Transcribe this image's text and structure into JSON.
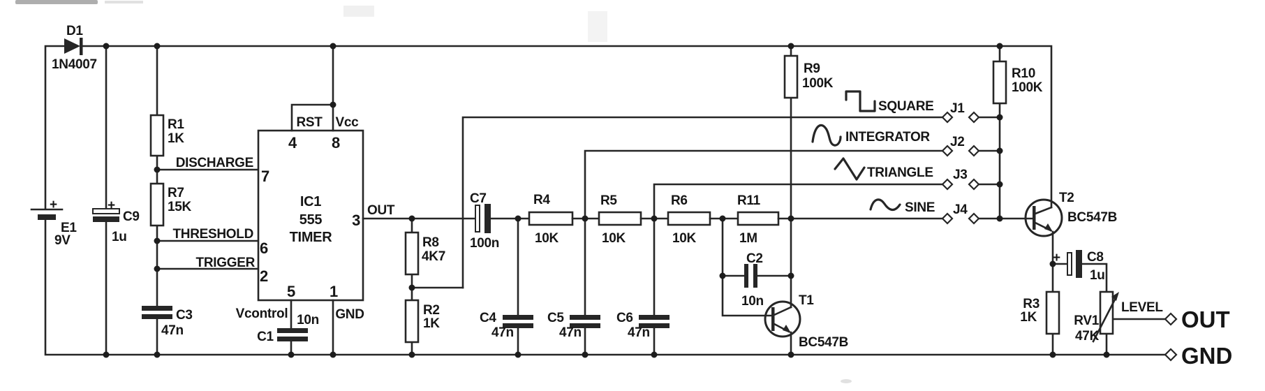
{
  "schematic": {
    "plus": "+",
    "components": {
      "D1": {
        "ref": "D1",
        "value": "1N4007"
      },
      "E1": {
        "ref": "E1",
        "value": "9V"
      },
      "C9": {
        "ref": "C9",
        "value": "1u"
      },
      "R1": {
        "ref": "R1",
        "value": "1K"
      },
      "R7": {
        "ref": "R7",
        "value": "15K"
      },
      "C3": {
        "ref": "C3",
        "value": "47n"
      },
      "C1": {
        "ref": "C1",
        "value": "10n"
      },
      "R8": {
        "ref": "R8",
        "value": "4K7"
      },
      "R2": {
        "ref": "R2",
        "value": "1K"
      },
      "C7": {
        "ref": "C7",
        "value": "100n"
      },
      "R4": {
        "ref": "R4",
        "value": "10K"
      },
      "R5": {
        "ref": "R5",
        "value": "10K"
      },
      "R6": {
        "ref": "R6",
        "value": "10K"
      },
      "R11": {
        "ref": "R11",
        "value": "1M"
      },
      "C2": {
        "ref": "C2",
        "value": "10n"
      },
      "C4": {
        "ref": "C4",
        "value": "47n"
      },
      "C5": {
        "ref": "C5",
        "value": "47n"
      },
      "C6": {
        "ref": "C6",
        "value": "47n"
      },
      "T1": {
        "ref": "T1",
        "value": "BC547B"
      },
      "R9": {
        "ref": "R9",
        "value": "100K"
      },
      "R10": {
        "ref": "R10",
        "value": "100K"
      },
      "T2": {
        "ref": "T2",
        "value": "BC547B"
      },
      "C8": {
        "ref": "C8",
        "value": "1u"
      },
      "R3": {
        "ref": "R3",
        "value": "1K"
      },
      "RV1": {
        "ref": "RV1",
        "value": "47K",
        "function": "LEVEL"
      }
    },
    "ic1": {
      "ref": "IC1",
      "part": "555",
      "kind": "TIMER",
      "pin_rst": {
        "num": "4",
        "name": "RST"
      },
      "pin_vcc": {
        "num": "8",
        "name": "Vcc"
      },
      "pin_dis": {
        "num": "7",
        "name": "DISCHARGE"
      },
      "pin_thr": {
        "num": "6",
        "name": "THRESHOLD"
      },
      "pin_trg": {
        "num": "2",
        "name": "TRIGGER"
      },
      "pin_out": {
        "num": "3",
        "name": "OUT"
      },
      "pin_ctl": {
        "num": "5",
        "name": "Vcontrol"
      },
      "pin_gnd": {
        "num": "1",
        "name": "GND"
      }
    },
    "outputs": [
      {
        "jack": "J1",
        "label": "SQUARE"
      },
      {
        "jack": "J2",
        "label": "INTEGRATOR"
      },
      {
        "jack": "J3",
        "label": "TRIANGLE"
      },
      {
        "jack": "J4",
        "label": "SINE"
      }
    ],
    "terminals": {
      "out": "OUT",
      "gnd": "GND"
    }
  }
}
